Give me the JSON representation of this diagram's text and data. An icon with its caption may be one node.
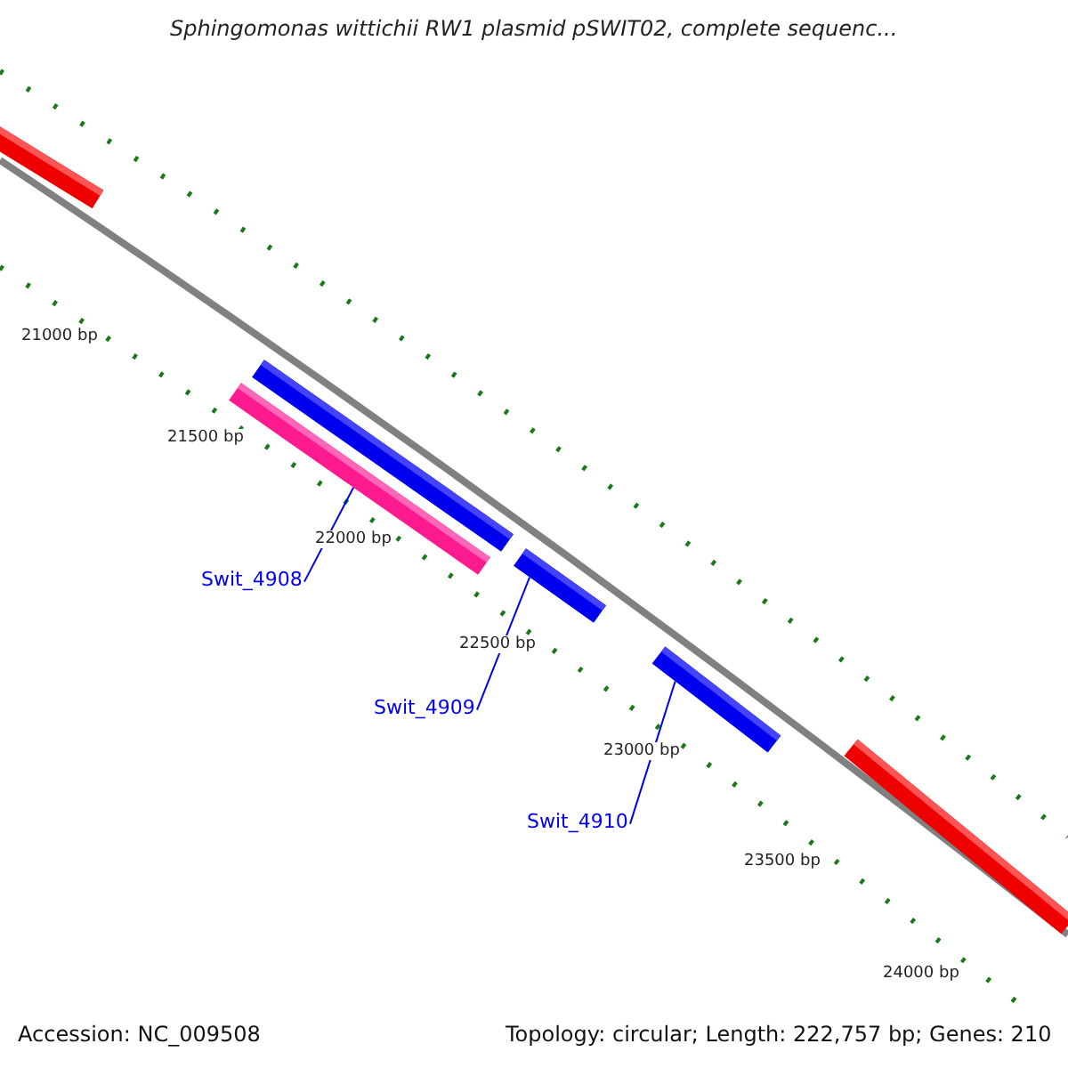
{
  "diagram": {
    "title": "Sphingomonas wittichii RW1 plasmid pSWIT02, complete sequenc...",
    "nodes": [
      {
        "text": [],
        "shape": "bar"
      },
      {
        "text": [
          "Swit_4908"
        ]
      },
      {
        "text": [],
        "shape": "bar"
      },
      {
        "text": [
          "Swit_4909"
        ]
      },
      {
        "text": [],
        "shape": "bar"
      },
      {
        "text": [
          "Swit_4910"
        ]
      }
    ],
    "edges": [
      {
        "from": 1,
        "to": 0,
        "arrow": "none"
      },
      {
        "from": 3,
        "to": 2,
        "arrow": "none"
      },
      {
        "from": 5,
        "to": 4,
        "arrow": "none"
      }
    ],
    "labels": [
      "21000 bp",
      "21500 bp",
      "22000 bp",
      "22500 bp",
      "23000 bp",
      "23500 bp",
      "24000 bp",
      "Accession: NC_009508",
      "Topology: circular; Length: 222,757 bp; Genes: 210"
    ]
  }
}
